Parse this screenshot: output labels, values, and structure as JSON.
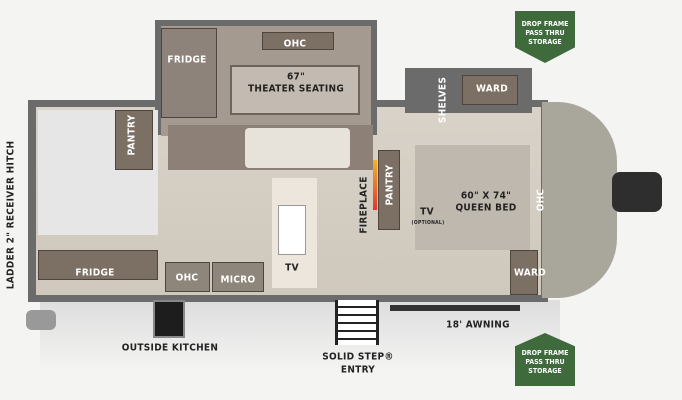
{
  "labels": {
    "fridge_slide": "FRIDGE",
    "ohc_top": "OHC",
    "seating_size": "67\"",
    "seating": "THEATER SEATING",
    "pantry_bath": "PANTRY",
    "hitch": "LADDER    2\" RECEIVER HITCH",
    "shelves": "SHELVES",
    "ward_top": "WARD",
    "fireplace": "FIREPLACE",
    "pantry_bed": "PANTRY",
    "tv_bed": "TV",
    "tv_optional": "(OPTIONAL)",
    "bed_size": "60\" X 74\"",
    "bed": "QUEEN BED",
    "ohc_front": "OHC",
    "ward_bottom": "WARD",
    "fridge_bottom": "FRIDGE",
    "ohc_bottom": "OHC",
    "micro": "MICRO",
    "tv_kitchen": "TV",
    "awning": "18' AWNING",
    "outside_kitchen": "OUTSIDE KITCHEN",
    "entry_line1": "SOLID STEP®",
    "entry_line2": "ENTRY"
  },
  "badges": [
    {
      "line1": "DROP FRAME",
      "line2": "PASS THRU",
      "line3": "STORAGE"
    },
    {
      "line1": "DROP FRAME",
      "line2": "PASS THRU",
      "line3": "STORAGE"
    }
  ],
  "colors": {
    "badge": "#3f6b3c",
    "cabinet": "#7c6f64",
    "floor": "#d2ccc1"
  }
}
